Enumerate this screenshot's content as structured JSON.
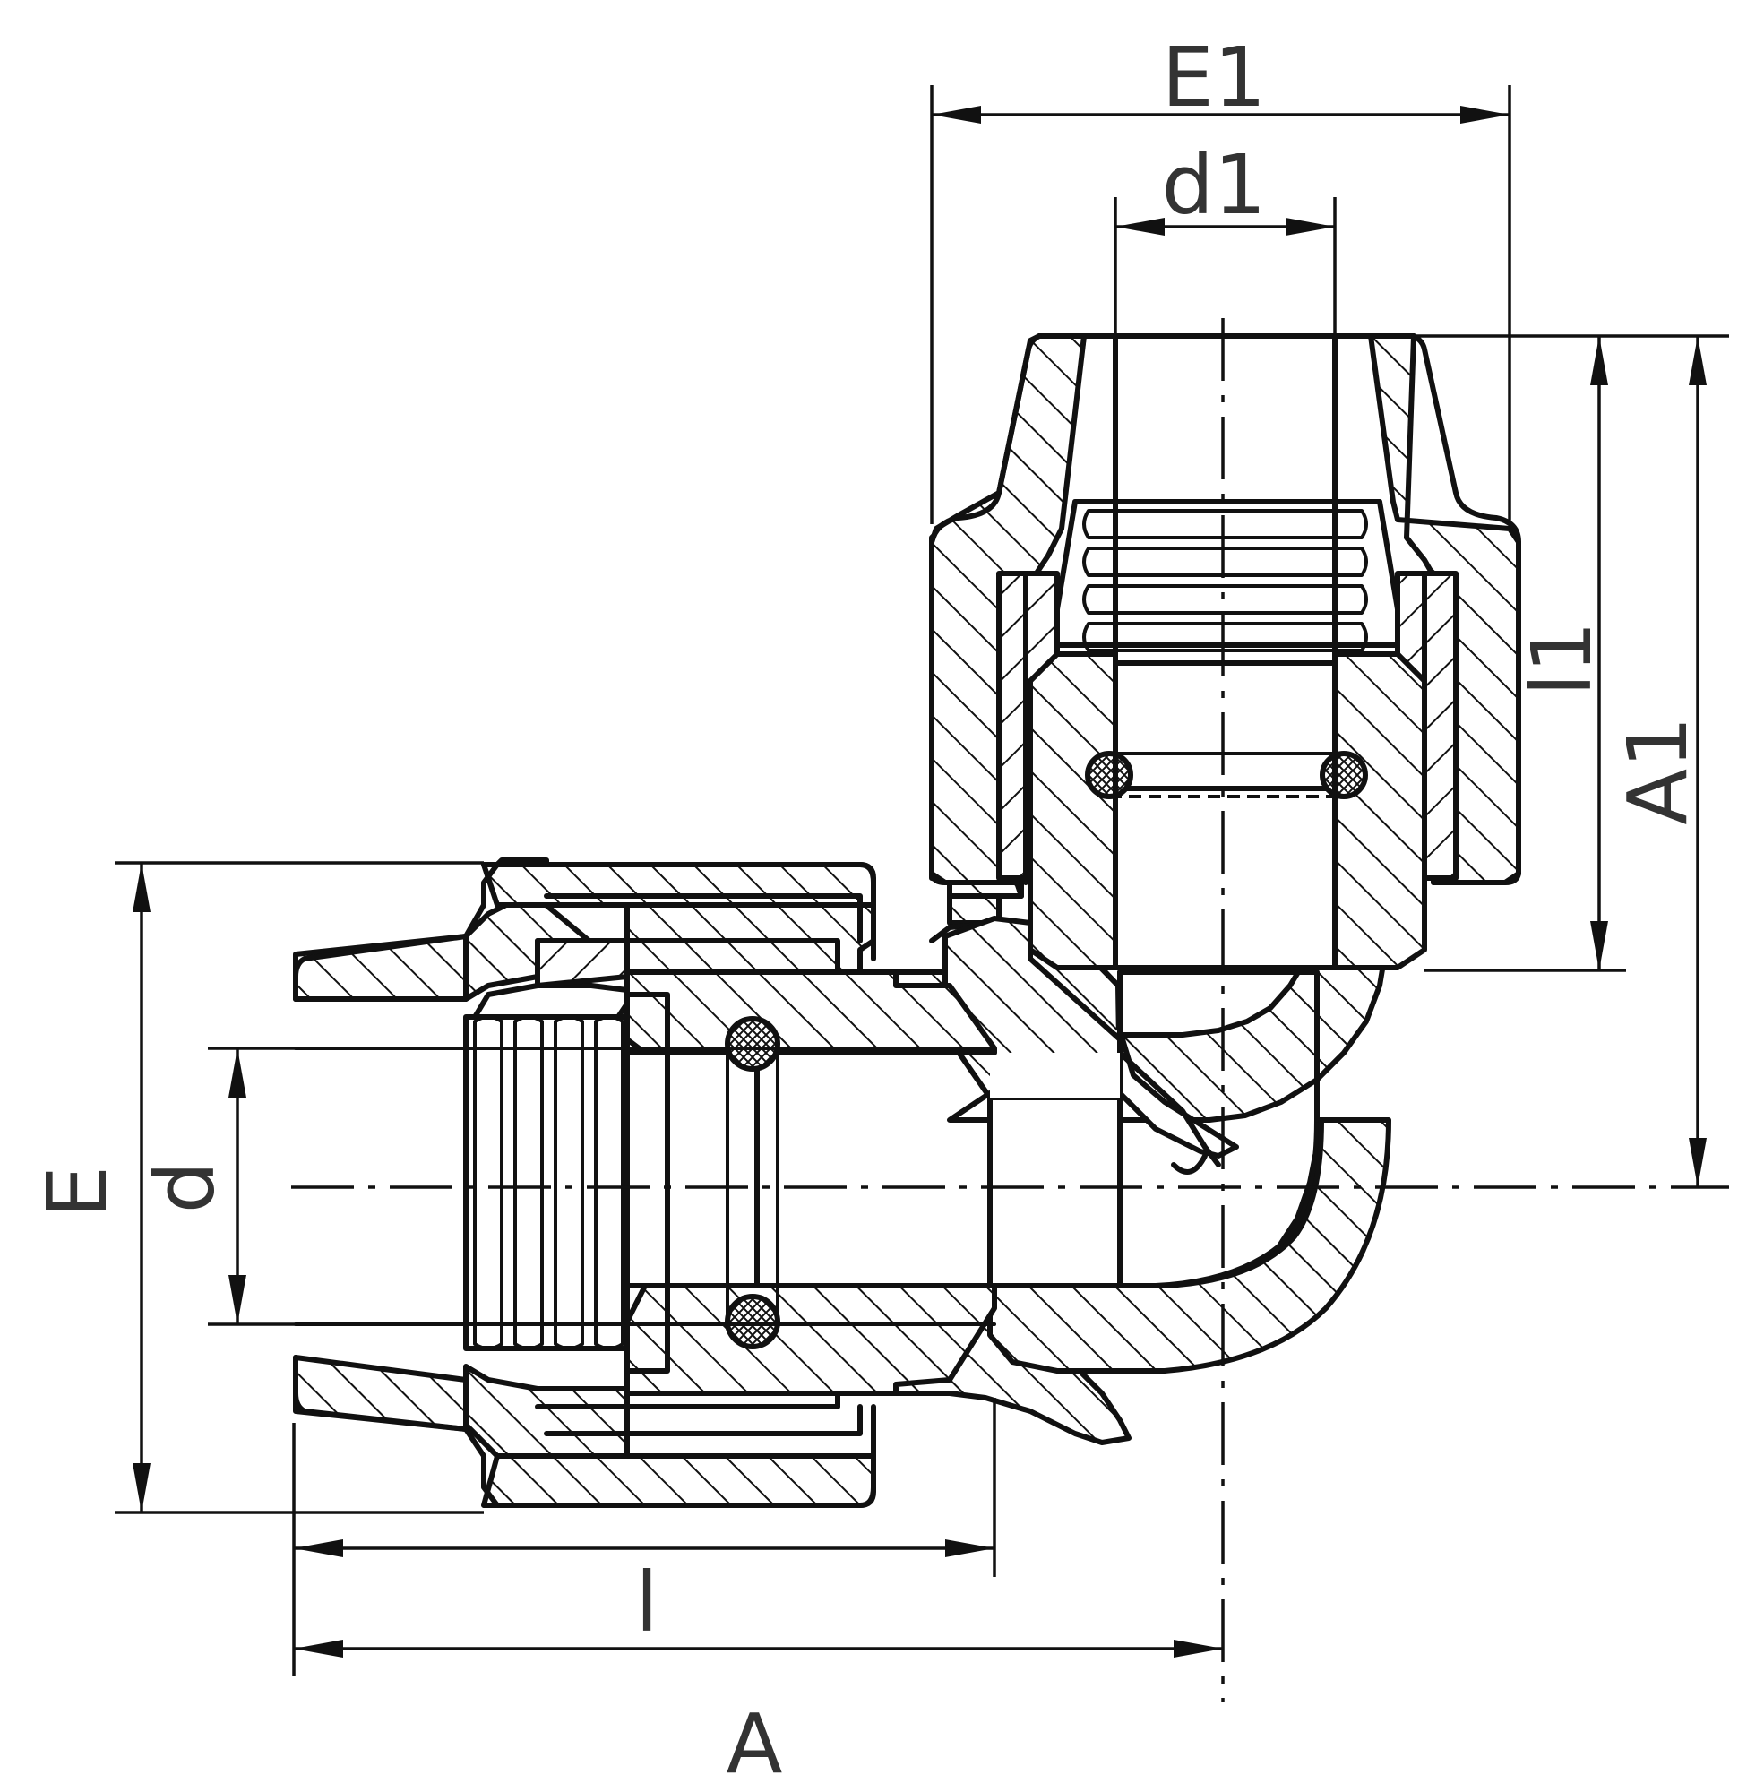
{
  "dimensions": {
    "E1": "E1",
    "d1": "d1",
    "l1": "l1",
    "A1": "A1",
    "E": "E",
    "d": "d",
    "l": "l",
    "A": "A"
  }
}
